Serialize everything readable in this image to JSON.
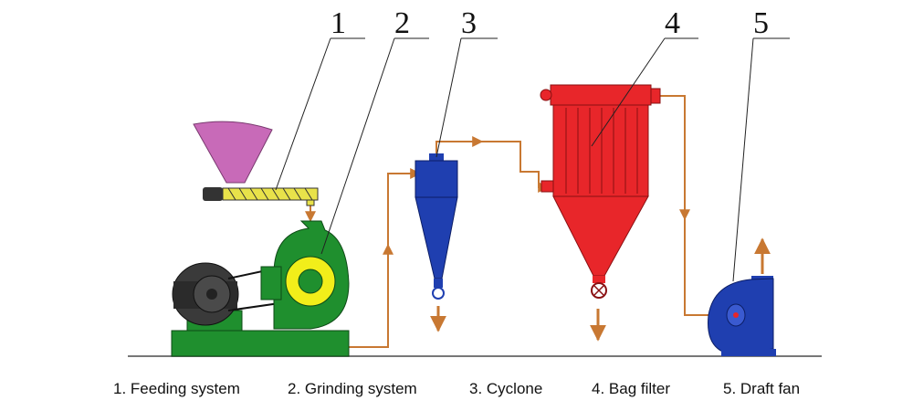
{
  "callouts": [
    {
      "number": "1",
      "caption": "1. Feeding system"
    },
    {
      "number": "2",
      "caption": "2. Grinding system"
    },
    {
      "number": "3",
      "caption": "3. Cyclone"
    },
    {
      "number": "4",
      "caption": "4. Bag filter"
    },
    {
      "number": "5",
      "caption": "5. Draft fan"
    }
  ],
  "colors": {
    "hopper": "#c86ab8",
    "screw_conveyor": "#e8e24a",
    "mill": "#1f8f2e",
    "mill_core": "#f2ee1a",
    "motor": "#333333",
    "cyclone": "#1f3fb0",
    "bag_filter": "#e8262a",
    "draft_fan": "#1f3fb0",
    "pipe": "#c87832",
    "ground": "#777777"
  }
}
